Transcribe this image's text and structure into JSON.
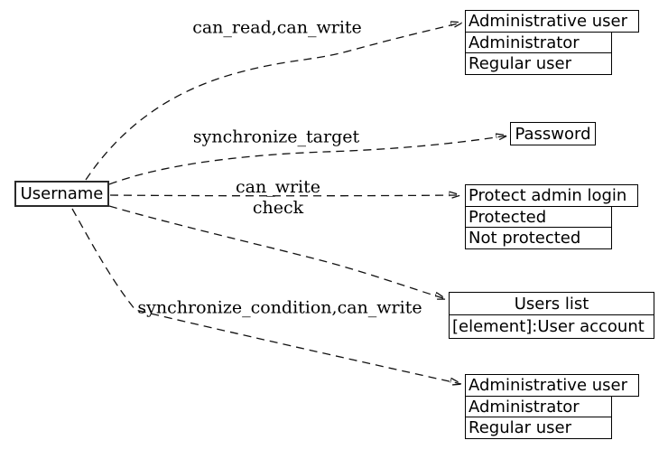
{
  "diagram": {
    "background": "#ffffff",
    "stroke_color": "#000000",
    "text_color": "#000000",
    "edge_style": "dashed",
    "root": {
      "label": "Username"
    },
    "nodes": [
      {
        "title": "Administrative user",
        "rows": [
          "Administrator",
          "Regular user"
        ]
      },
      {
        "title": "Password",
        "rows": []
      },
      {
        "title": "Protect admin login",
        "rows": [
          "Protected",
          "Not protected"
        ]
      },
      {
        "title": "Users list",
        "rows": [
          "[element]:User account"
        ]
      },
      {
        "title": "Administrative user",
        "rows": [
          "Administrator",
          "Regular user"
        ]
      }
    ],
    "edges": [
      {
        "from": "Username",
        "to": "Administrative user",
        "label": "can_read,can_write"
      },
      {
        "from": "Username",
        "to": "Password",
        "label": "synchronize_target"
      },
      {
        "from": "Username",
        "to": "Protect admin login",
        "label_lines": [
          "can_write",
          "check"
        ]
      },
      {
        "from": "Username",
        "to": "Users list",
        "label": ""
      },
      {
        "from": "Username",
        "to": "Administrative user",
        "label": "synchronize_condition,can_write"
      }
    ]
  }
}
